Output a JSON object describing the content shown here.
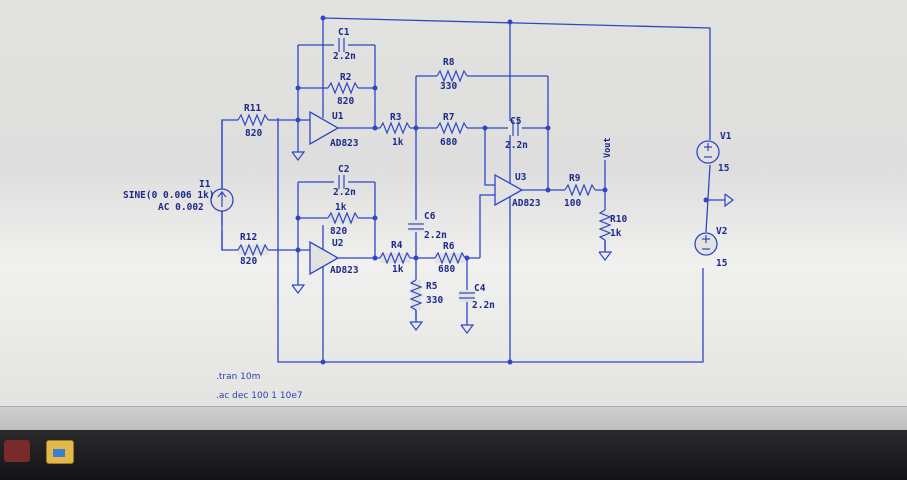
{
  "labels": {
    "c1": "C1",
    "c1_val": "2.2n",
    "r2": "R2",
    "r2_val": "820",
    "u1": "U1",
    "u1_model": "AD823",
    "r11": "R11",
    "r11_val": "820",
    "r3": "R3",
    "r3_val": "1k",
    "r8": "R8",
    "r8_val": "330",
    "r7": "R7",
    "r7_val": "680",
    "c5": "C5",
    "c5_val": "2.2n",
    "c2": "C2",
    "c2_val": "2.2n",
    "r1_val": "1k",
    "r1_val2": "820",
    "u2": "U2",
    "u2_model": "AD823",
    "r12": "R12",
    "r12_val": "820",
    "r4": "R4",
    "r4_val": "1k",
    "c6": "C6",
    "c6_val": "2.2n",
    "r6": "R6",
    "r6_val": "680",
    "r5": "R5",
    "r5_val": "330",
    "c4": "C4",
    "c4_val": "2.2n",
    "u3": "U3",
    "u3_model": "AD823",
    "r9": "R9",
    "r9_val": "100",
    "r10": "R10",
    "r10_val": "1k",
    "vout": "Vout",
    "i1": "I1",
    "i1_val": "SINE(0 0.006 1k)",
    "i1_ac": "AC 0.002",
    "v1": "V1",
    "v1_val": "15",
    "v2": "V2",
    "v2_val": "15"
  },
  "directives": {
    "tran": ".tran 10m",
    "ac": ".ac dec 100 1 10e7"
  },
  "colors": {
    "wire": "#2f46c8",
    "label": "#1d2a8a"
  },
  "taskbar": {
    "icons": [
      "app-icon",
      "folder-icon"
    ]
  }
}
